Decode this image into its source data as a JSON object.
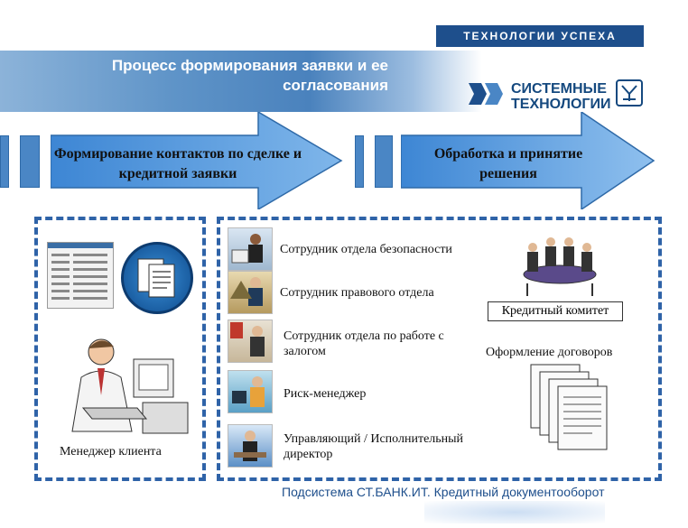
{
  "header": {
    "brand_tag": "ТЕХНОЛОГИИ УСПЕХА",
    "title": "Процесс формирования заявки и ее согласования",
    "logo_text_line1": "СИСТЕМНЫЕ",
    "logo_text_line2": "ТЕХНОЛОГИИ"
  },
  "stages": [
    {
      "label": "Формирование контактов по сделке и кредитной заявки"
    },
    {
      "label": "Обработка и принятие решения"
    }
  ],
  "left_panel": {
    "caption": "Менеджер клиента"
  },
  "right_panel": {
    "roles": [
      {
        "label": "Сотрудник отдела безопасности"
      },
      {
        "label": "Сотрудник правового отдела"
      },
      {
        "label": "Сотрудник отдела по работе с залогом"
      },
      {
        "label": "Риск-менеджер"
      },
      {
        "label": "Управляющий / Исполнительный директор"
      }
    ],
    "committee_label": "Кредитный комитет",
    "contracts_label": "Оформление договоров"
  },
  "footer": {
    "subsystem": "Подсистема СТ.БАНК.ИТ. Кредитный документооборот"
  },
  "colors": {
    "brand_blue": "#1e4f8c",
    "arrow_blue": "#4a90d9",
    "panel_border": "#2f63a8"
  }
}
